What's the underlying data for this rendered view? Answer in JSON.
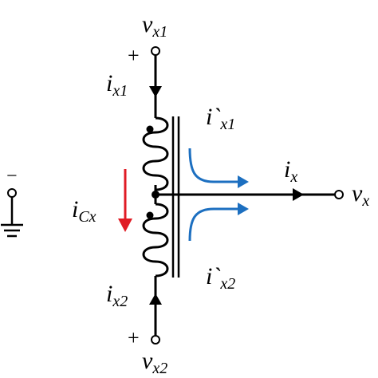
{
  "labels": {
    "vx1_main": "v",
    "vx1_sub": "x1",
    "vx2_main": "v",
    "vx2_sub": "x2",
    "vx_main": "v",
    "vx_sub": "x",
    "ix1_main": "i",
    "ix1_sub": "x1",
    "ix2_main": "i",
    "ix2_sub": "x2",
    "ix_main": "i",
    "ix_sub": "x",
    "icx_main": "i",
    "icx_sub": "Cx",
    "ipx1_main": "i`",
    "ipx1_sub": "x1",
    "ipx2_main": "i`",
    "ipx2_sub": "x2",
    "plus_top": "+",
    "plus_bottom": "+",
    "minus_left": "−"
  },
  "colors": {
    "wire": "#000000",
    "current_red": "#e01b24",
    "flux_blue": "#1c6fc0"
  }
}
